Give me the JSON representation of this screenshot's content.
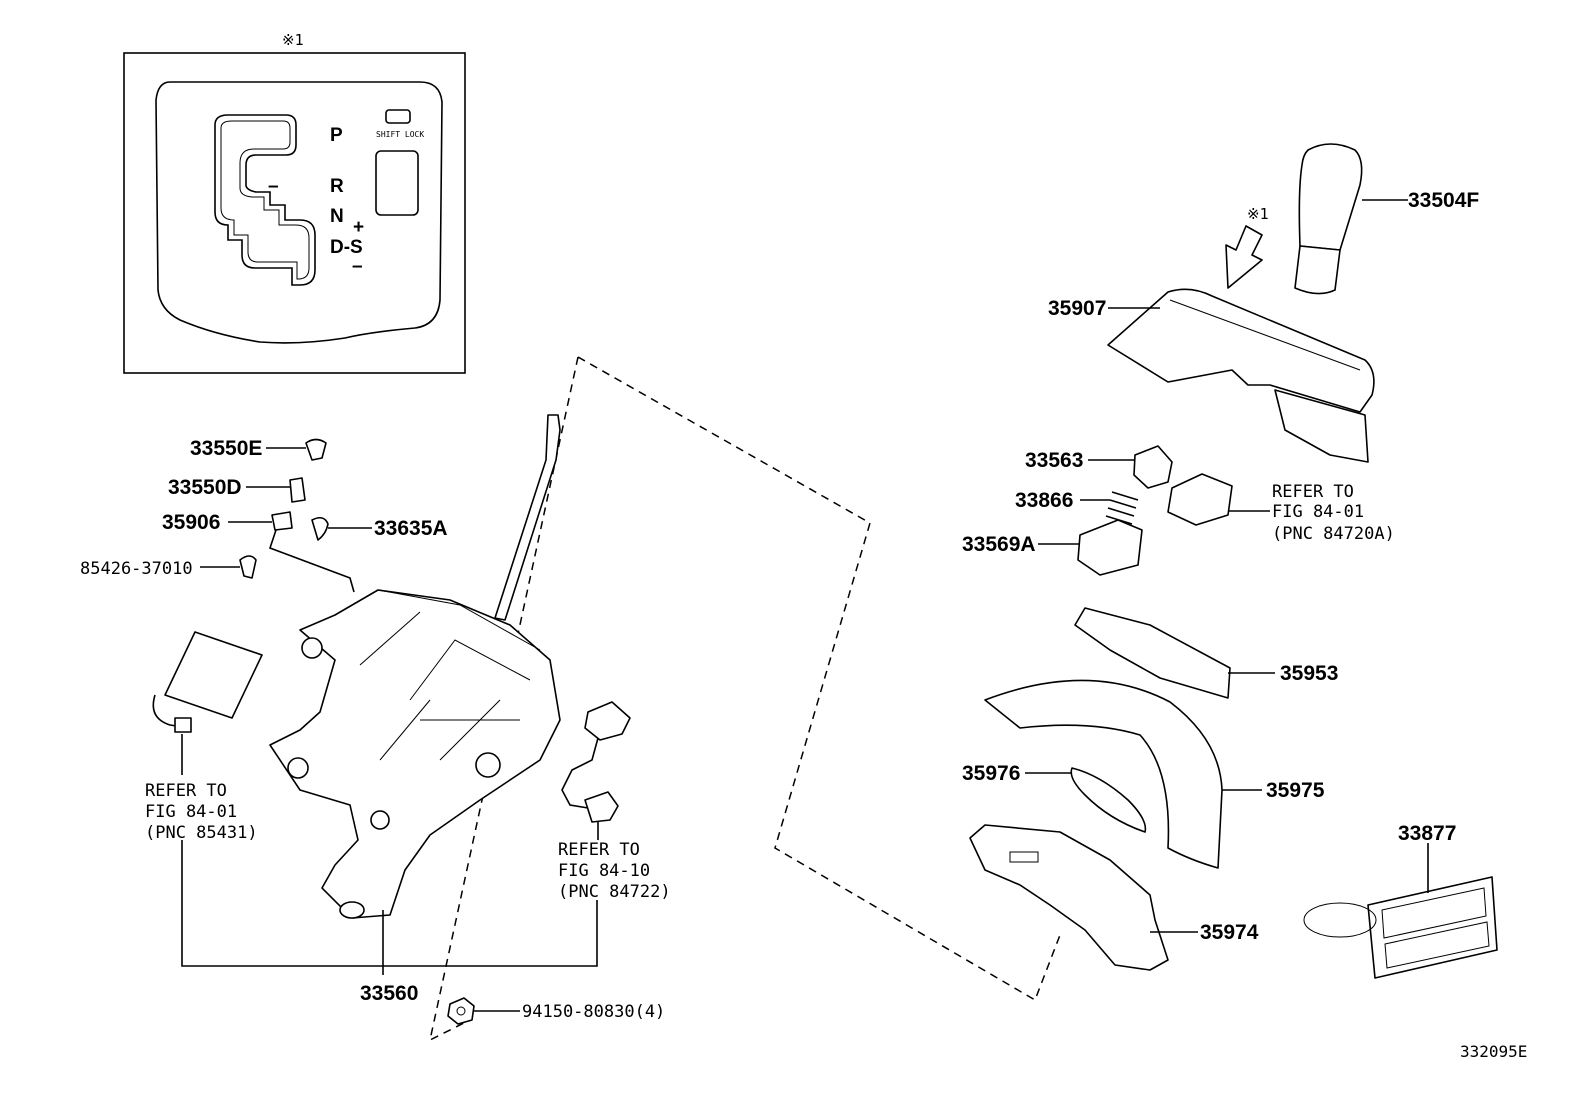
{
  "diagram": {
    "figure_code": "332095E",
    "inset": {
      "marker": "※1",
      "shift_lock": "SHIFT LOCK",
      "gate": {
        "p": "P",
        "r": "R",
        "n": "N",
        "ds": "D-S",
        "minus_left": "–",
        "plus": "+",
        "minus_right": "–"
      }
    },
    "view_marker": "※1",
    "parts": {
      "p33504F": "33504F",
      "p35907": "35907",
      "p33563": "33563",
      "p33866": "33866",
      "p33569A": "33569A",
      "p35953": "35953",
      "p35976": "35976",
      "p35975": "35975",
      "p33877": "33877",
      "p35974": "35974",
      "p33550E": "33550E",
      "p33550D": "33550D",
      "p35906": "35906",
      "p33635A": "33635A",
      "p85426": "85426-37010",
      "p33560": "33560",
      "p94150": "94150-80830(4)"
    },
    "refs": {
      "ref_84720A": {
        "l1": "REFER TO",
        "l2": "FIG 84-01",
        "l3": "(PNC 84720A)"
      },
      "ref_85431": {
        "l1": "REFER TO",
        "l2": "FIG 84-01",
        "l3": "(PNC 85431)"
      },
      "ref_84722": {
        "l1": "REFER TO",
        "l2": "FIG 84-10",
        "l3": "(PNC 84722)"
      }
    }
  }
}
